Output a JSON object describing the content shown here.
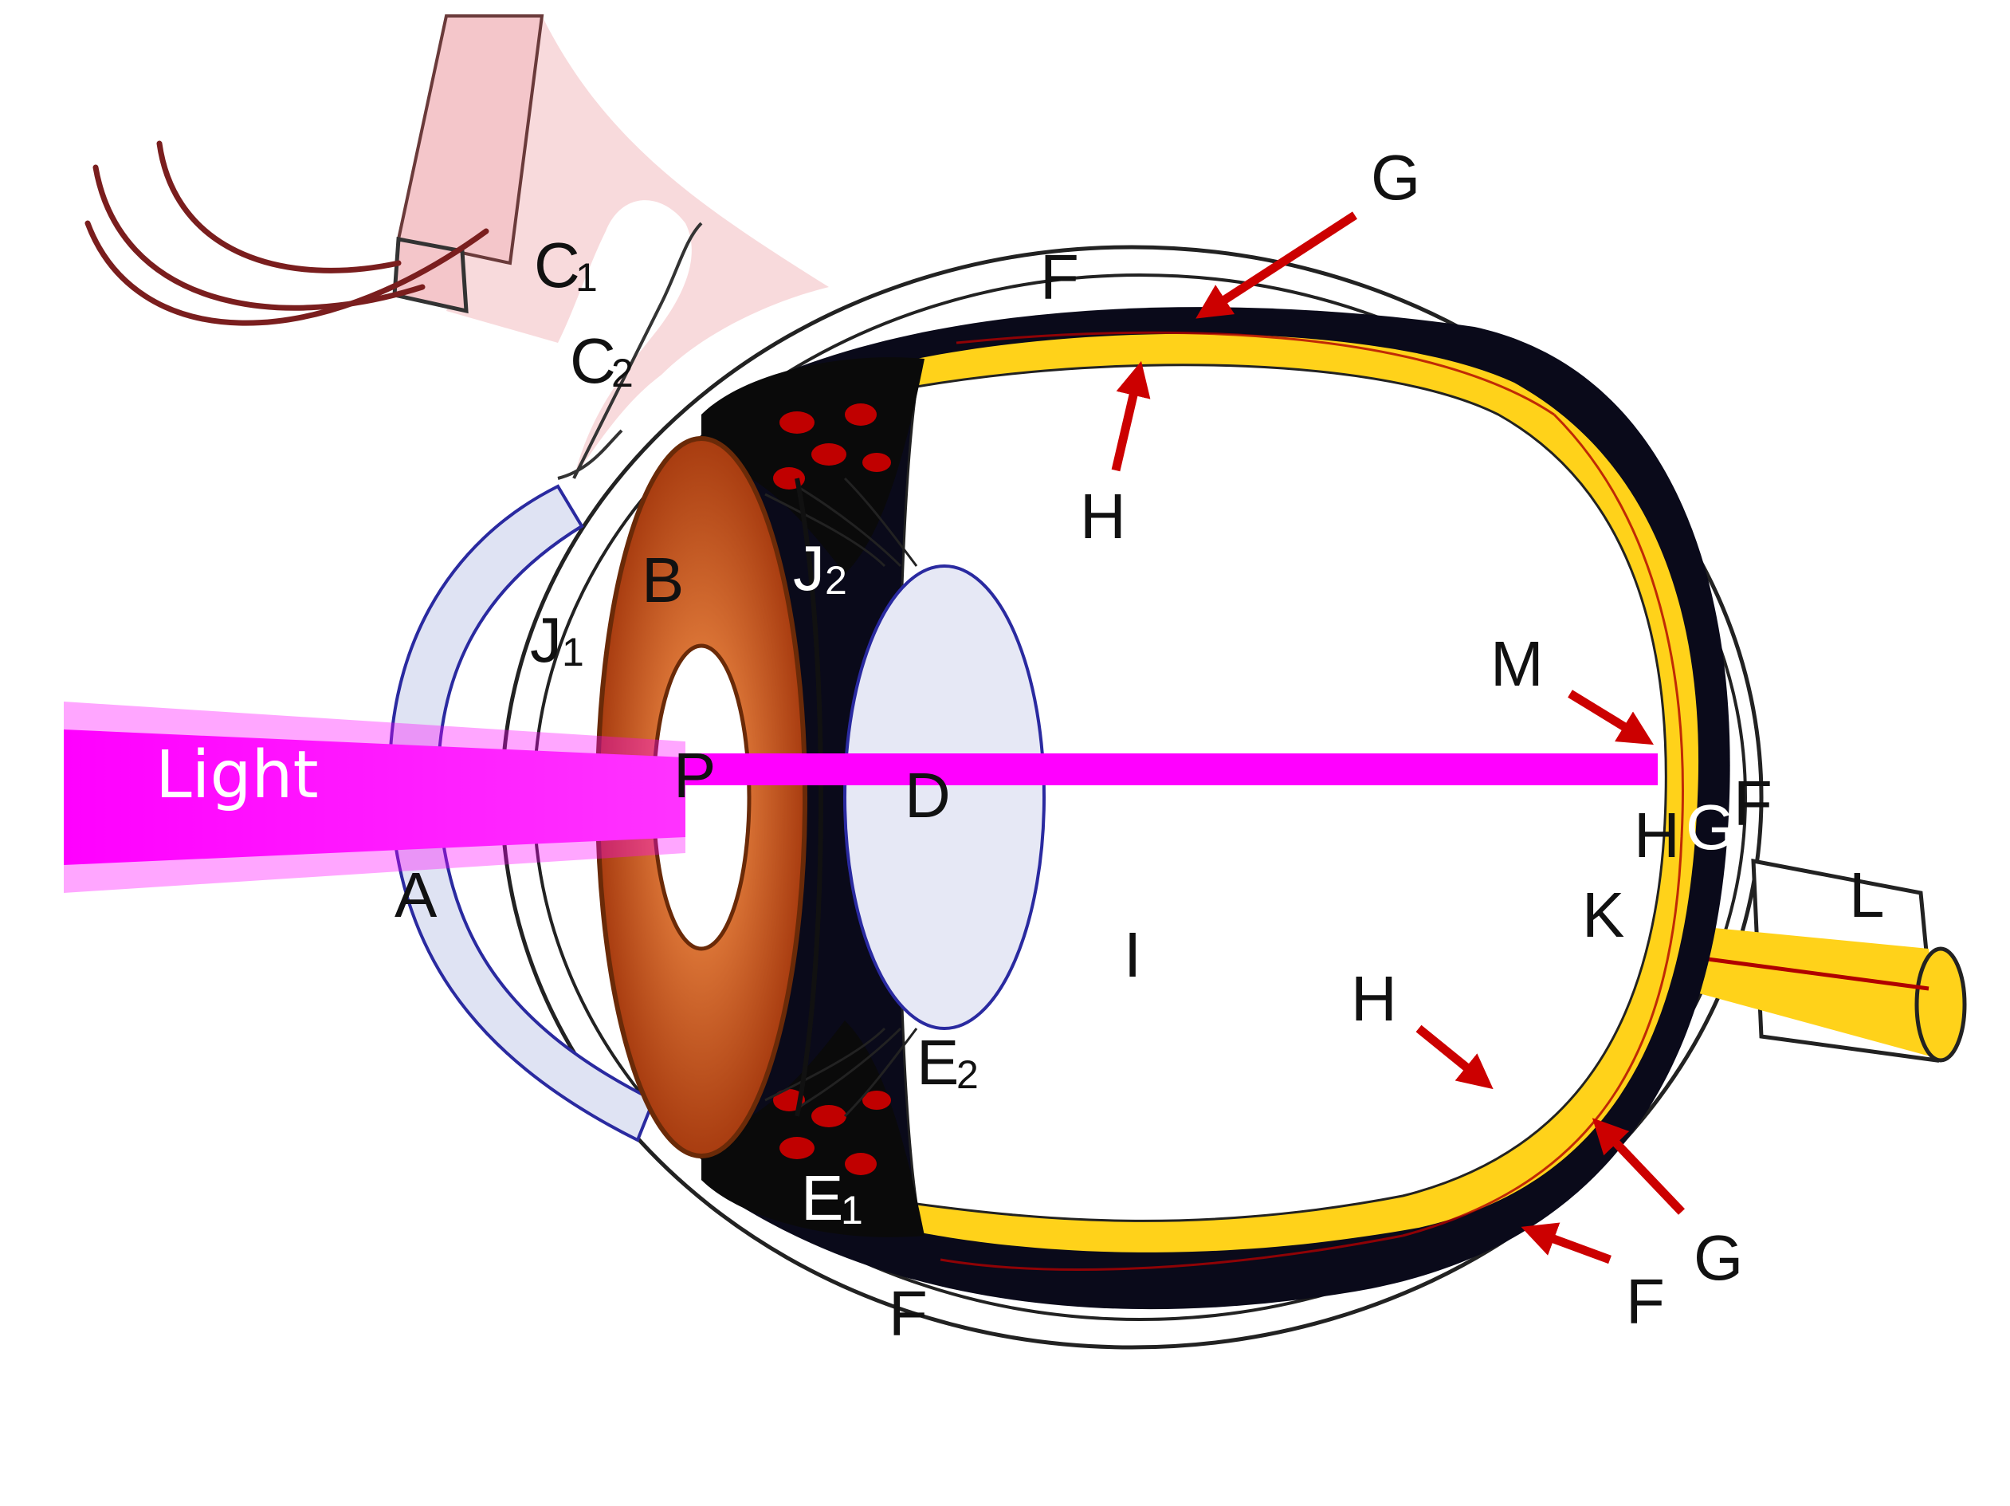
{
  "labels": {
    "light": "Light",
    "a": "A",
    "b": "B",
    "c1": "C",
    "c1_sub": "1",
    "c2": "C",
    "c2_sub": "2",
    "d": "D",
    "e1": "E",
    "e1_sub": "1",
    "e2": "E",
    "e2_sub": "2",
    "f_top": "F",
    "f_bottom": "F",
    "f_back": "F",
    "f_lower": "F",
    "g_top": "G",
    "g_back": "G",
    "g_lower": "G",
    "h_top": "H",
    "h_back": "H",
    "h_lower": "H",
    "i": "I",
    "j1": "J",
    "j1_sub": "1",
    "j2": "J",
    "j2_sub": "2",
    "k": "K",
    "l": "L",
    "m": "M",
    "p": "P"
  },
  "colors": {
    "light_beam": "#ff00ff",
    "arrows": "#cc0000",
    "retina": "#ffd21a",
    "choroid": "#000000",
    "iris": "#c0501a",
    "lens": "#e6e8f5",
    "cornea": "#dfe3f3",
    "eyelid": "#f7d6d8"
  }
}
